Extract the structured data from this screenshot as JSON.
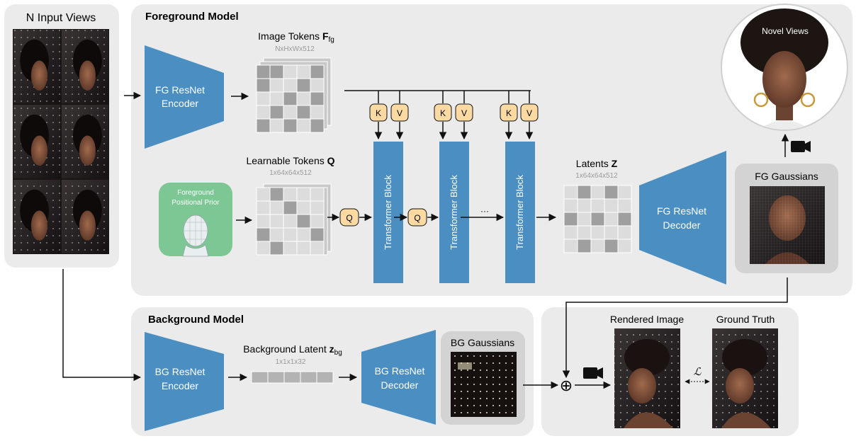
{
  "input_panel": {
    "title": "N Input Views"
  },
  "foreground": {
    "title": "Foreground Model",
    "encoder": {
      "line1": "FG ResNet",
      "line2": "Encoder"
    },
    "image_tokens": {
      "label": "Image Tokens ",
      "symbol": "F",
      "subscript": "fg",
      "shape": "NxHxWx512"
    },
    "learnable_tokens": {
      "label": "Learnable Tokens ",
      "symbol": "Q",
      "shape": "1x64x64x512"
    },
    "prior": {
      "line1": "Foreground",
      "line2": "Positional Prior"
    },
    "kv": {
      "k": "K",
      "v": "V"
    },
    "q_label": "Q",
    "transformer_label": "Transformer Block",
    "ellipsis": "···",
    "latents": {
      "label": "Latents ",
      "symbol": "Z",
      "shape": "1x64x64x512"
    },
    "decoder": {
      "line1": "FG ResNet",
      "line2": "Decoder"
    },
    "gaussians_title": "FG Gaussians",
    "novel_views": "Novel Views"
  },
  "background": {
    "title": "Background Model",
    "encoder": {
      "line1": "BG ResNet",
      "line2": "Encoder"
    },
    "latent": {
      "label": "Background Latent ",
      "symbol": "z",
      "subscript": "bg",
      "shape": "1x1x1x32"
    },
    "decoder": {
      "line1": "BG ResNet",
      "line2": "Decoder"
    },
    "gaussians_title": "BG Gaussians"
  },
  "output": {
    "rendered": "Rendered Image",
    "ground_truth": "Ground Truth",
    "loss_symbol": "ℒ",
    "combine_symbol": "⊕"
  },
  "colors": {
    "blue": "#4a8ec2",
    "panel": "#ebebeb",
    "kv_fill": "#fbd9a3",
    "prior_green": "#7cc794",
    "token_light": "#dcdcdc",
    "token_dark": "#9f9f9f"
  }
}
